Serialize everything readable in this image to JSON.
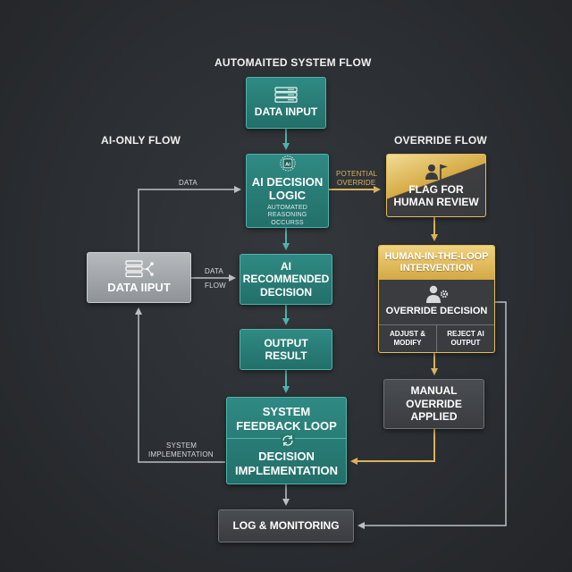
{
  "titles": {
    "automated": "AUTOMAITED SYSTEM FLOW",
    "ai_only": "AI-ONLY FLOW",
    "override": "OVERRIDE FLOW"
  },
  "nodes": {
    "data_input": "DATA INPUT",
    "ai_decision_line1": "AI DECISION",
    "ai_decision_line2": "LOGIC",
    "ai_decision_sub_line1": "AUTOMATED REASONING",
    "ai_decision_sub_line2": "OCCURSS",
    "ai_icon_text": "AI",
    "ai_recommended_line1": "AI",
    "ai_recommended_line2": "RECOMMENDED",
    "ai_recommended_line3": "DECISION",
    "output_line1": "OUTPUT",
    "output_line2": "RESULT",
    "feedback_line1": "SYSTEM",
    "feedback_line2": "FEEDBACK LOOP",
    "implementation_line1": "DECISION",
    "implementation_line2": "IMPLEMENTATION",
    "log_monitoring": "LOG & MONITORING",
    "data_iiput": "DATA IIPUT",
    "flag_line1": "FLAG FOR",
    "flag_line2": "HUMAN REVIEW",
    "hitl_line1": "HUMAN-IN-THE-LOOP",
    "hitl_line2": "INTERVENTION",
    "override_decision": "OVERRIDE DECISION",
    "adjust_line1": "ADJUST &",
    "adjust_line2": "MODIFY",
    "reject_line1": "REJECT AI",
    "reject_line2": "OUTPUT",
    "manual_line1": "MANUAL",
    "manual_line2": "OVERRIDE",
    "manual_line3": "APPLIED"
  },
  "edge_labels": {
    "data_top": "DATA",
    "data_mid": "DATA",
    "flow_mid": "FLOW",
    "potential": "POTENTIAL",
    "override": "OVERRIDE",
    "system": "SYSTEM",
    "implementation": "IMPLEMENTATION"
  },
  "icons": {
    "data_input": "server-icon",
    "ai_decision": "ai-chip-icon",
    "data_iiput": "server-network-icon",
    "flag": "person-flag-icon",
    "hitl": "person-gear-icon",
    "feedback": "refresh-icon"
  },
  "colors": {
    "teal": "#2a7f78",
    "teal_border": "#4fb3aa",
    "gold": "#d6aa45",
    "connector": "#b9bfc3",
    "gold_connector": "#d9b35a"
  }
}
